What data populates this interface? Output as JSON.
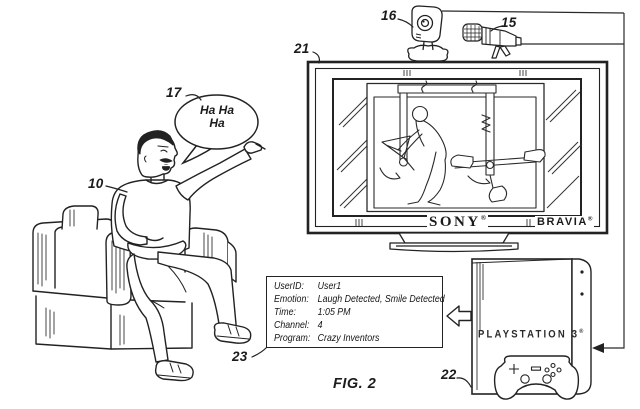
{
  "figure": {
    "caption": "FIG. 2"
  },
  "ref_labels": {
    "viewer": "10",
    "microphone": "15",
    "camera": "16",
    "speech": "17",
    "tv": "21",
    "console": "22",
    "info_box": "23"
  },
  "speech_bubble": {
    "text_line1": "Ha Ha",
    "text_line2": "Ha"
  },
  "tv": {
    "brand": "SONY",
    "brand_reg": "®",
    "model": "BRAVIA",
    "model_reg": "®"
  },
  "console": {
    "brand": "PLAYSTATION 3",
    "brand_reg": "®"
  },
  "info_box": {
    "rows": [
      {
        "label": "UserID:",
        "value": "User1"
      },
      {
        "label": "Emotion:",
        "value": "Laugh Detected, Smile Detected"
      },
      {
        "label": "Time:",
        "value": "1:05 PM"
      },
      {
        "label": "Channel:",
        "value": "4"
      },
      {
        "label": "Program:",
        "value": "Crazy Inventors"
      }
    ]
  },
  "colors": {
    "ink": "#1d1d1d",
    "background": "#ffffff"
  }
}
